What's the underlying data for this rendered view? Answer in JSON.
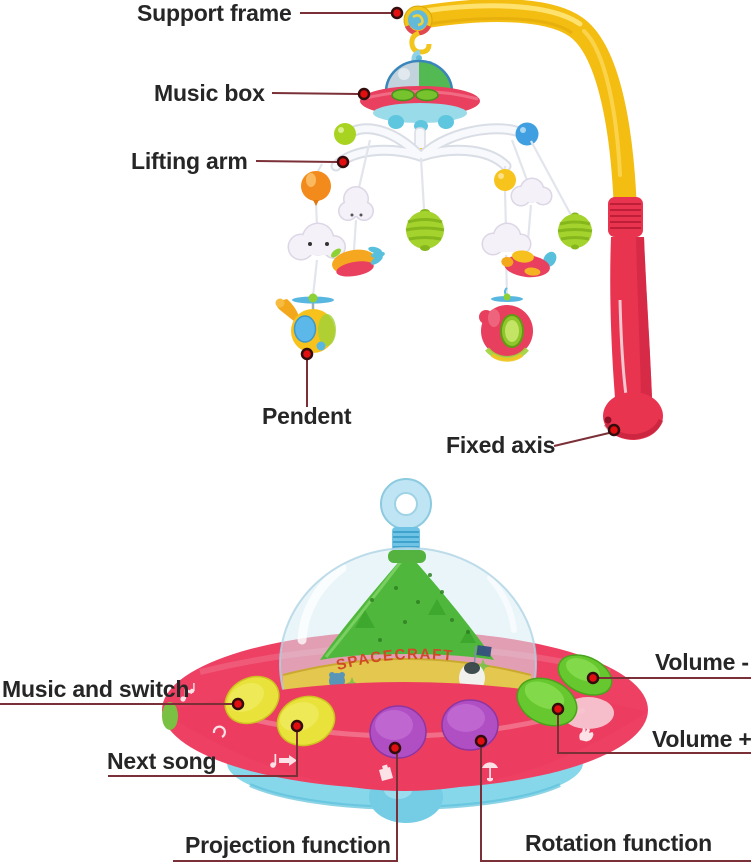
{
  "callouts": {
    "support_frame": "Support frame",
    "music_box": "Music box",
    "lifting_arm": "Lifting arm",
    "pendent": "Pendent",
    "fixed_axis": "Fixed axis",
    "music_and_switch": "Music and switch",
    "next_song": "Next song",
    "volume_minus": "Volume -",
    "volume_plus": "Volume +",
    "projection_function": "Projection function",
    "rotation_function": "Rotation function"
  },
  "toy": {
    "dome_band_text": "SPACECRAFT",
    "deck_icons": [
      "music-notes",
      "swirl",
      "note-arrow",
      "projector",
      "rotation-umbrella",
      "hand"
    ]
  },
  "colors": {
    "arm_yellow": "#f3bd12",
    "handle_red": "#e8344f",
    "saucer_pink": "#ee4063",
    "base_blue": "#86d7ea",
    "dome_green": "#4fb83c",
    "band_yellow": "#e3c74e",
    "button_yellow": "#e9e23a",
    "button_purple": "#b04ec4",
    "button_green": "#66c82e",
    "leader_line": "#7b3038",
    "leader_dot": "#e10f0f",
    "label_text": "#262626"
  }
}
